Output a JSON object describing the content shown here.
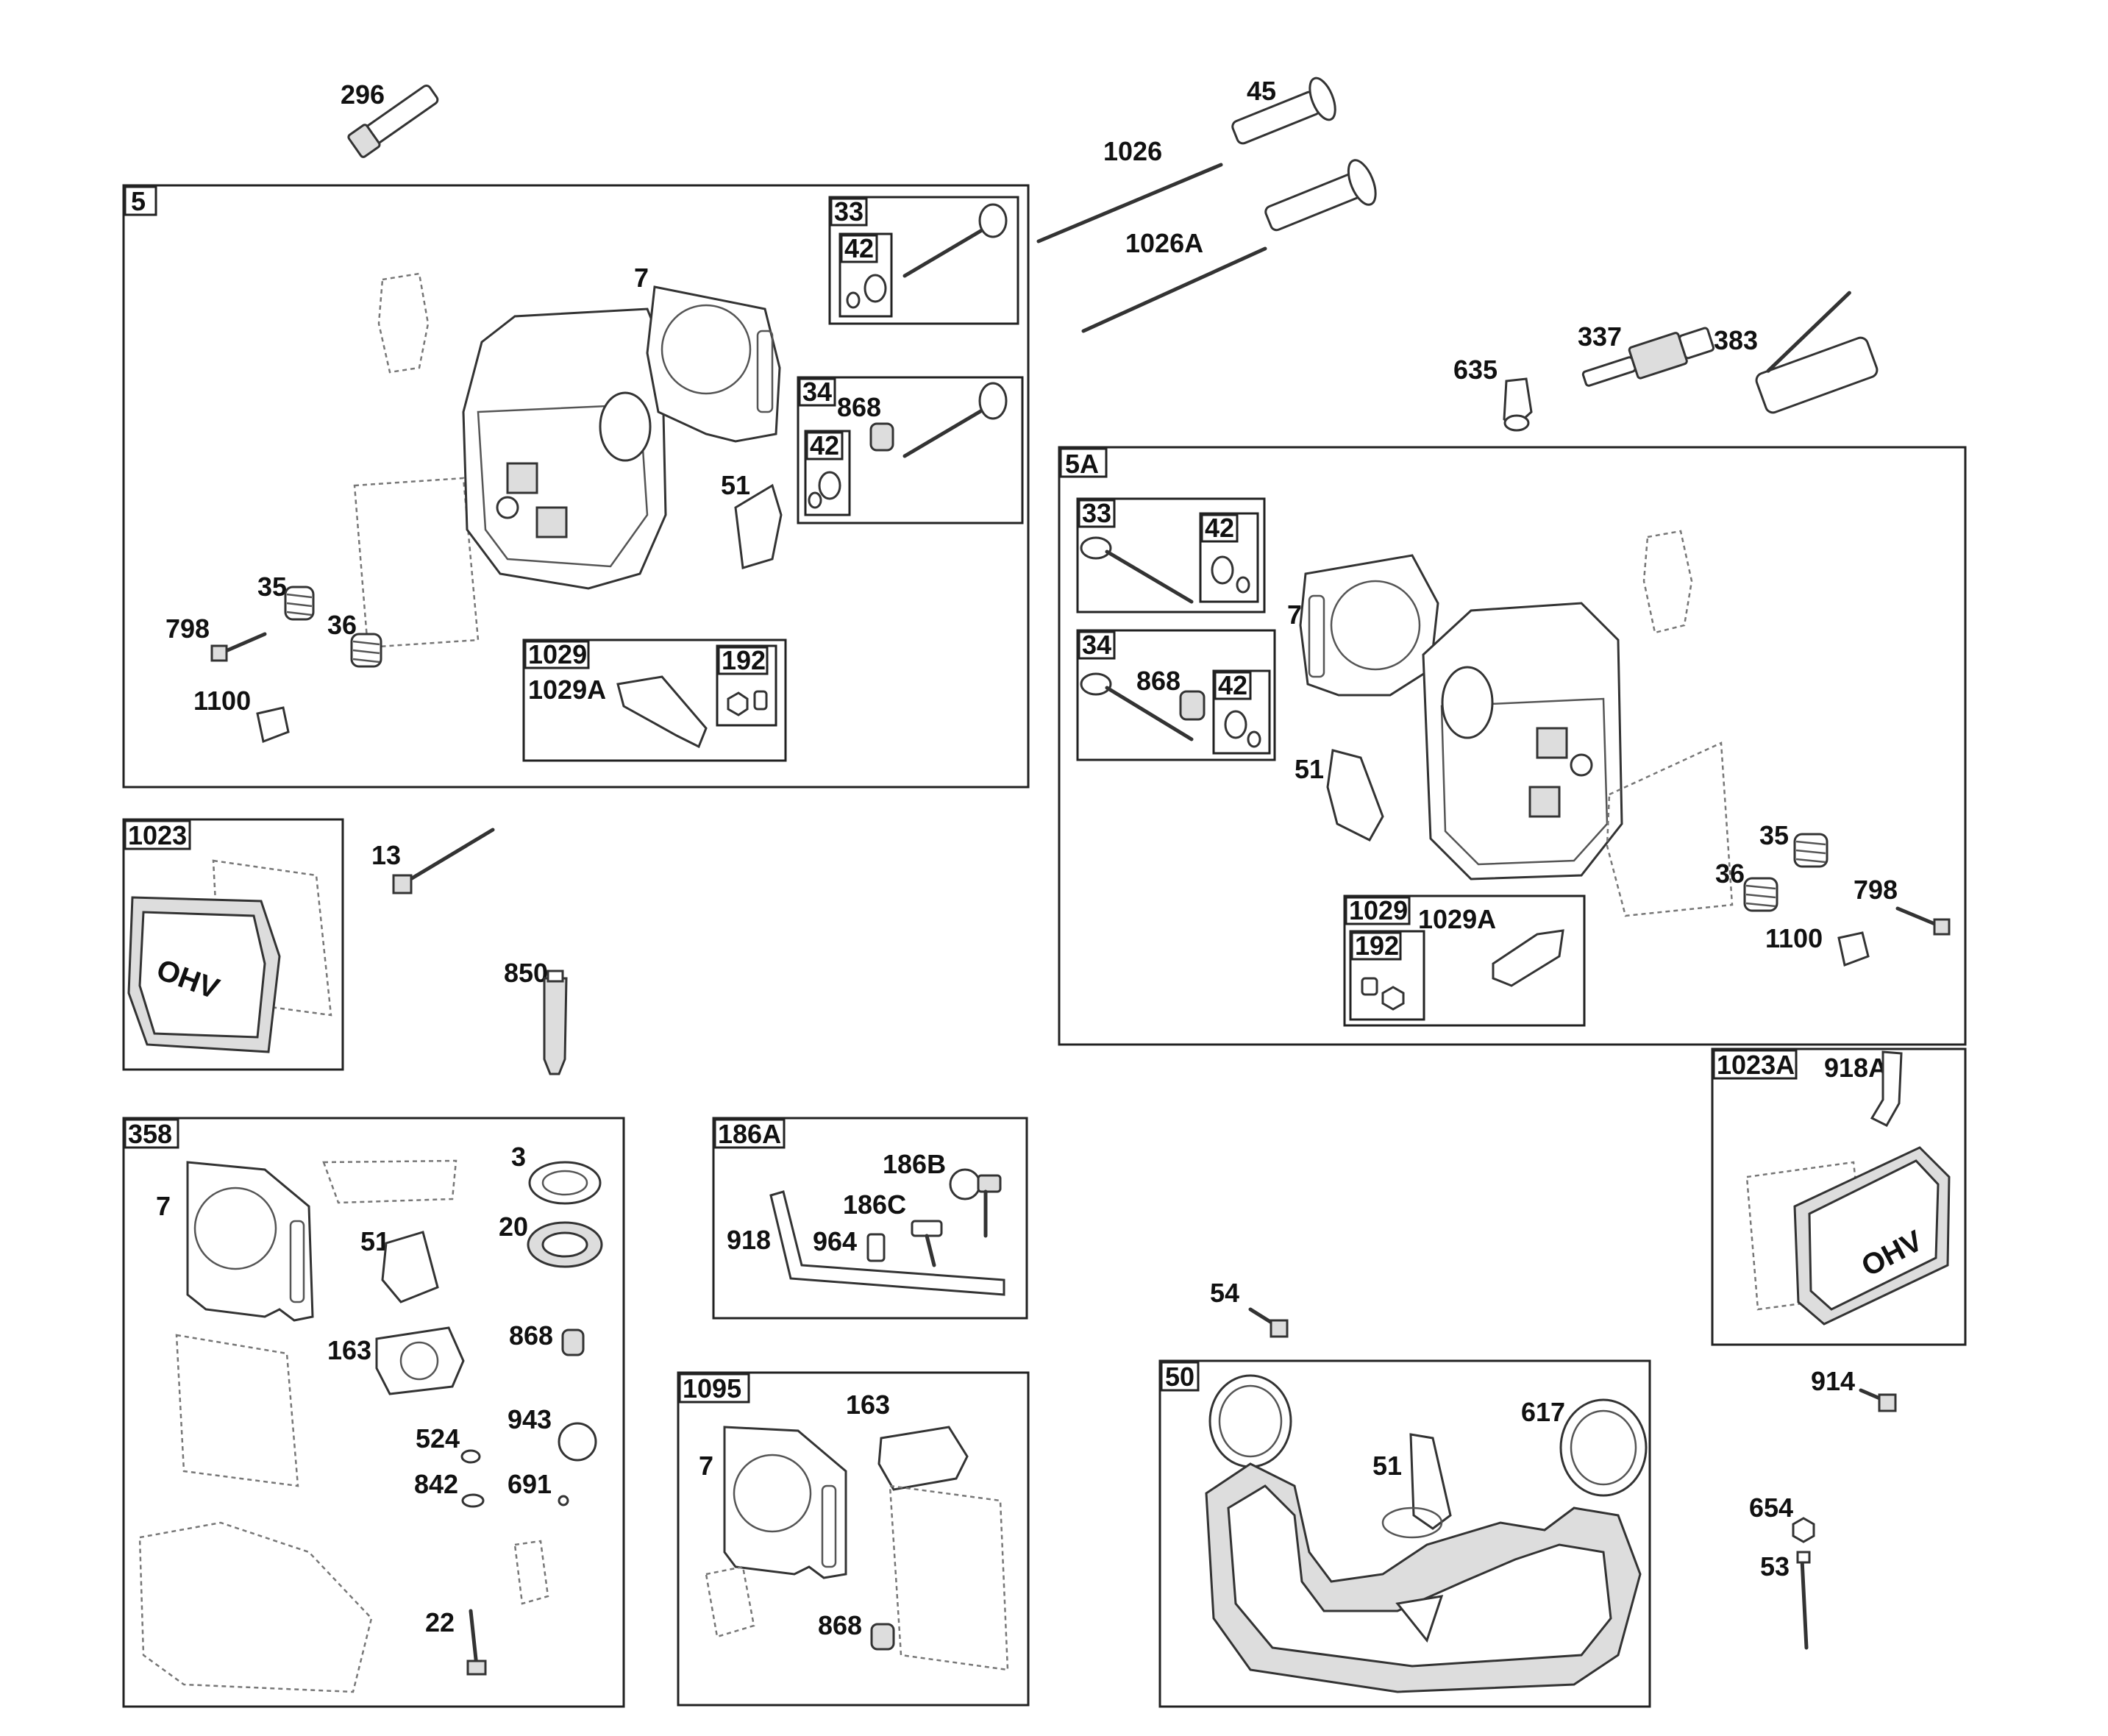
{
  "callouts": {
    "c296": "296",
    "c45": "45",
    "c1026": "1026",
    "c1026a": "1026A",
    "c635": "635",
    "c337": "337",
    "c383": "383",
    "c13": "13",
    "c850": "850",
    "c54": "54",
    "c914": "914",
    "c654": "654",
    "c53": "53"
  },
  "sec5": {
    "tag": "5",
    "c7": "7",
    "c51": "51",
    "c35": "35",
    "c36": "36",
    "c798": "798",
    "c1100": "1100",
    "sub33": {
      "tag": "33",
      "c42": "42"
    },
    "sub34": {
      "tag": "34",
      "c868": "868",
      "c42": "42"
    },
    "sub1029": {
      "tag": "1029",
      "c1029a": "1029A",
      "c192": "192"
    }
  },
  "sec5a": {
    "tag": "5A",
    "c7": "7",
    "c51": "51",
    "c35": "35",
    "c36": "36",
    "c798": "798",
    "c1100": "1100",
    "sub33": {
      "tag": "33",
      "c42": "42"
    },
    "sub34": {
      "tag": "34",
      "c868": "868",
      "c42": "42"
    },
    "sub1029": {
      "tag": "1029",
      "c1029a": "1029A",
      "c192": "192"
    }
  },
  "sec1023": {
    "tag": "1023",
    "cover_text": "OHV"
  },
  "sec1023a": {
    "tag": "1023A",
    "c918a": "918A",
    "cover_text": "OHV"
  },
  "sec358": {
    "tag": "358",
    "c7": "7",
    "c3": "3",
    "c20": "20",
    "c51": "51",
    "c163": "163",
    "c868": "868",
    "c524": "524",
    "c943": "943",
    "c842": "842",
    "c691": "691",
    "c22": "22"
  },
  "sec186a": {
    "tag": "186A",
    "c186b": "186B",
    "c186c": "186C",
    "c918": "918",
    "c964": "964"
  },
  "sec1095": {
    "tag": "1095",
    "c7": "7",
    "c163": "163",
    "c868": "868"
  },
  "sec50": {
    "tag": "50",
    "c617": "617",
    "c51": "51"
  }
}
